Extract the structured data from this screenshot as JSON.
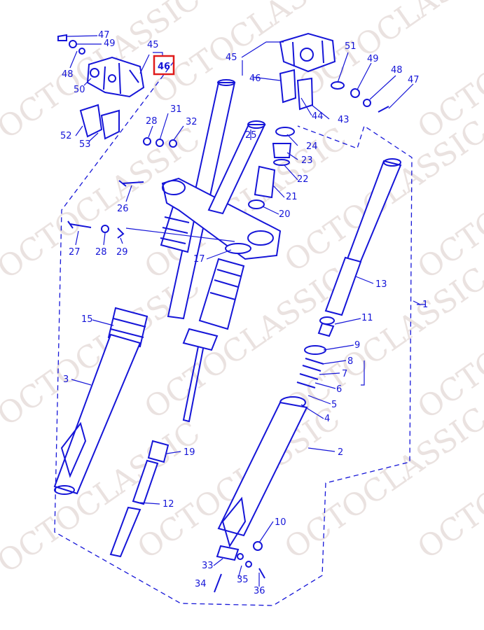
{
  "watermark": "OCTOCLASSIC",
  "highlighted_callout": "46",
  "colors": {
    "ink": "#1515d8",
    "highlight": "#e01b1b",
    "watermark": "#c9b4b0"
  },
  "callouts": {
    "c47a": "47",
    "c49a": "49",
    "c48a": "48",
    "c45a": "45",
    "c46a": "46",
    "c50": "50",
    "c52": "52",
    "c53": "53",
    "c31": "31",
    "c28a": "28",
    "c32": "32",
    "c45b": "45",
    "c46b": "46",
    "c51": "51",
    "c49b": "49",
    "c48b": "48",
    "c47b": "47",
    "c44": "44",
    "c43": "43",
    "c24": "24",
    "c23": "23",
    "c25": "25",
    "c22": "22",
    "c21": "21",
    "c20": "20",
    "c26": "26",
    "c27": "27",
    "c28b": "28",
    "c29": "29",
    "c17": "17",
    "c13": "13",
    "c1": "1",
    "c15": "15",
    "c11": "11",
    "c9": "9",
    "c8": "8",
    "c7": "7",
    "c6": "6",
    "c5": "5",
    "c4": "4",
    "c3": "3",
    "c19": "19",
    "c2": "2",
    "c12": "12",
    "c10": "10",
    "c33": "33",
    "c34": "34",
    "c35": "35",
    "c36": "36"
  }
}
